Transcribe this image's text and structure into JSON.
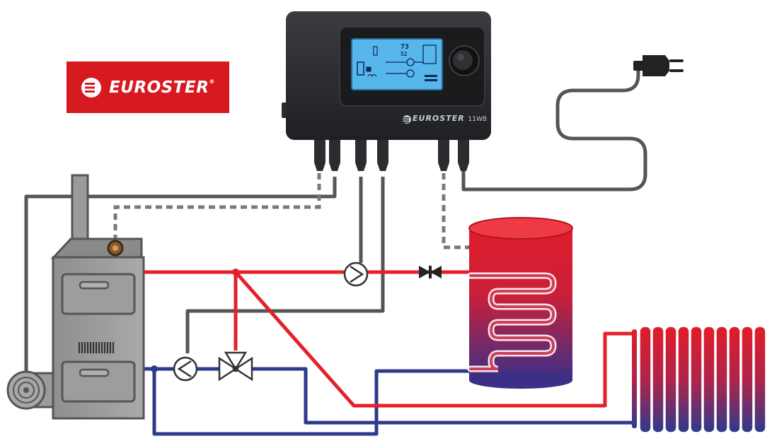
{
  "brand": {
    "logo_text": "EUROSTER",
    "registered_mark": "®",
    "color": "#d71920"
  },
  "controller": {
    "brand_label": "EUROSTER",
    "model_label": "11WB",
    "display": {
      "temp_1": "73",
      "temp_2": "52"
    }
  },
  "colors": {
    "supply_pipe": "#e4202a",
    "return_pipe": "#2e3a8c",
    "cable": "#555555",
    "sensor_cable": "#7a7a7a",
    "boiler_body": "#9b9b9b",
    "controller_body": "#2a2c2f",
    "lcd": "#57b7ec"
  },
  "icons": [
    "plug-icon",
    "pump-icon",
    "three-way-valve-icon",
    "check-valve-icon",
    "temperature-sensor-icon",
    "radiator-icon",
    "boiler-icon",
    "hot-water-tank-icon",
    "fan-icon"
  ]
}
